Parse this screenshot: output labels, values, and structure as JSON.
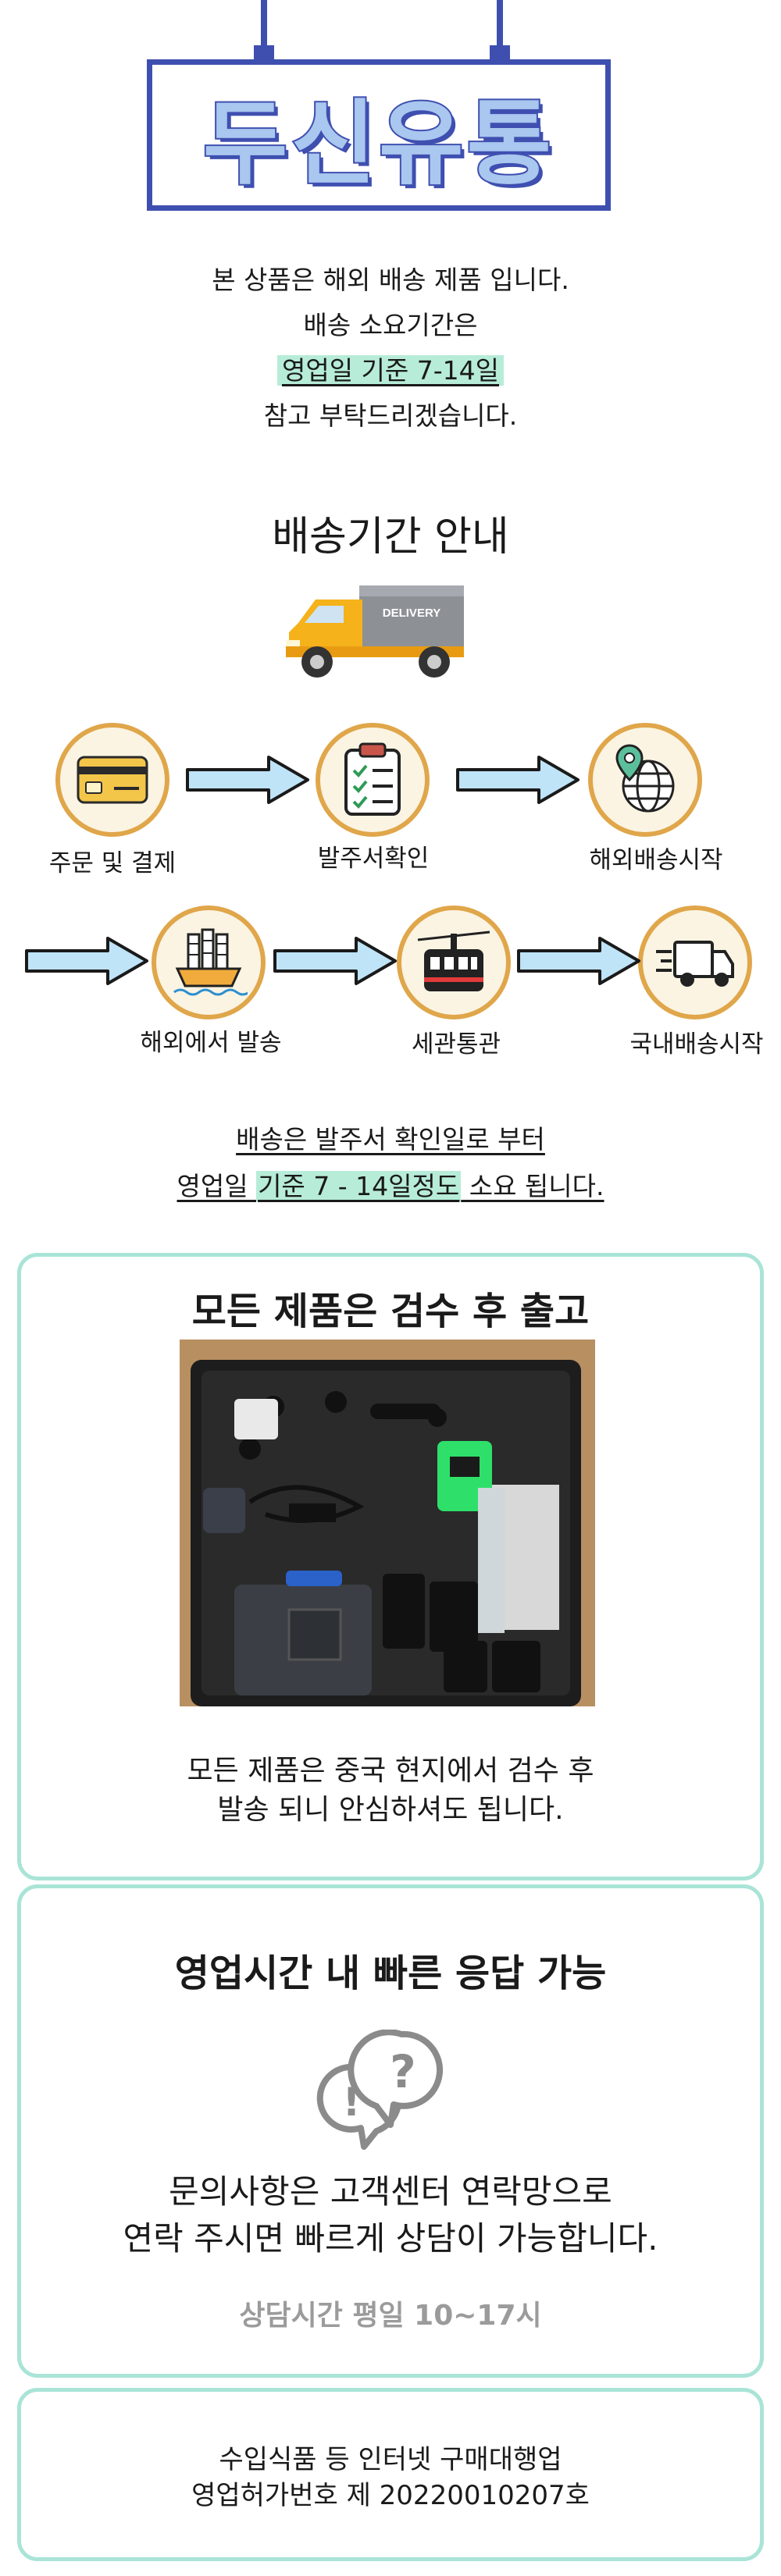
{
  "brand": {
    "sign_text": "두신유통",
    "color": "#3f4fb0"
  },
  "intro": {
    "line1": "본 상품은 해외 배송 제품 입니다.",
    "line2": "배송 소요기간은",
    "line3": "영업일 기준 7-14일",
    "line4": "참고 부탁드리겠습니다."
  },
  "delivery": {
    "title": "배송기간 안내",
    "truck_label": "DELIVERY",
    "steps": [
      {
        "label": "주문 및 결제",
        "icon": "credit-card-icon"
      },
      {
        "label": "발주서확인",
        "icon": "checklist-icon"
      },
      {
        "label": "해외배송시작",
        "icon": "globe-pin-icon"
      },
      {
        "label": "해외에서 발송",
        "icon": "cargo-ship-icon"
      },
      {
        "label": "세관통관",
        "icon": "customs-icon"
      },
      {
        "label": "국내배송시작",
        "icon": "fast-truck-icon"
      }
    ],
    "note_line1": "배송은 발주서 확인일로 부터",
    "note_line2_pre": "영업일 ",
    "note_line2_hl": "기준 7 - 14일정도",
    "note_line2_post": " 소요 됩니다."
  },
  "inspection": {
    "title": "모든 제품은 검수 후 출고",
    "line1": "모든 제품은 중국 현지에서 검수 후",
    "line2": "발송 되니 안심하셔도 됩니다."
  },
  "support": {
    "title": "영업시간 내 빠른 응답 가능",
    "line1": "문의사항은 고객센터 연락망으로",
    "line2": "연락 주시면 빠르게 상담이 가능합니다.",
    "hours": "상담시간 평일 10~17시"
  },
  "license": {
    "line1": "수입식품 등 인터넷 구매대행업",
    "line2": "영업허가번호 제 20220010207호"
  },
  "colors": {
    "accent": "#a9e4d7",
    "highlight": "#b7ecd9",
    "circle_border": "#e0a64a",
    "arrow_fill": "#bfe3f7"
  }
}
